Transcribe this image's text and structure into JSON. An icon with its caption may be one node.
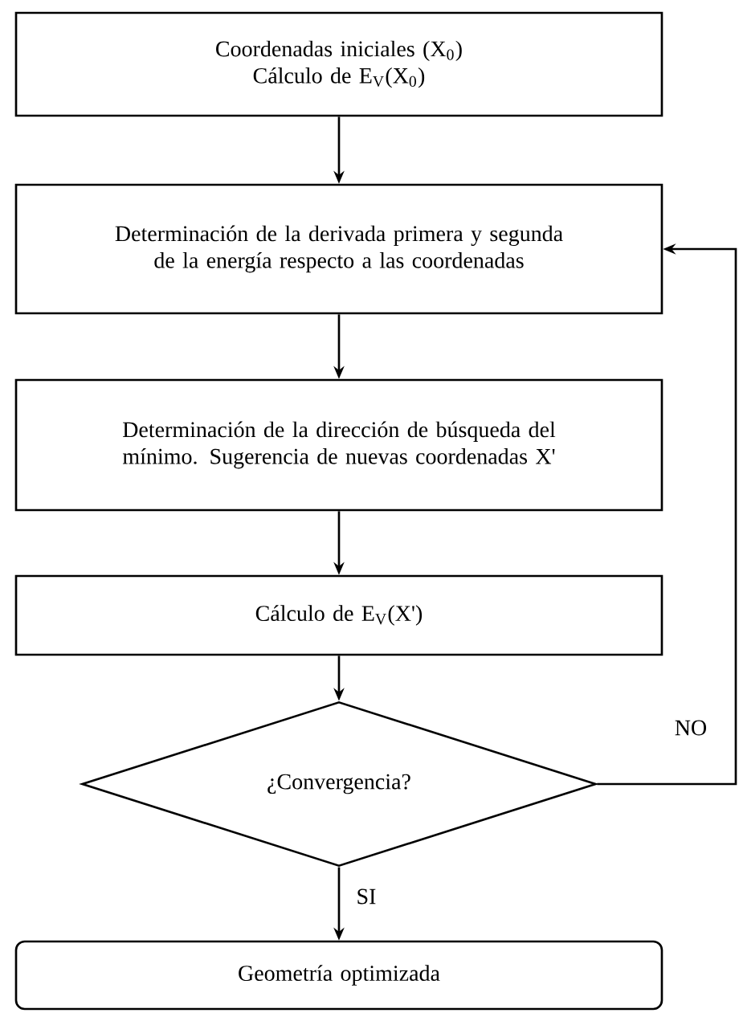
{
  "diagram": {
    "nodes": [
      {
        "text": [
          "Coordenadas iniciales (X$_{0}$)",
          "Cálculo de E$_{V}$(X$_{0}$)"
        ]
      },
      {
        "text": [
          "Determinación de la derivada primera y segunda de la energía respecto a las coordenadas"
        ]
      },
      {
        "text": [
          "Determinación de la dirección de búsqueda del mínimo. Sugerencia de nuevas coordenadas X'"
        ]
      },
      {
        "text": [
          "Cálculo de E$_{V}$(X')"
        ]
      },
      {
        "text": [
          "¿Convergencia?"
        ]
      },
      {
        "text": [
          "Geometría optimizada"
        ]
      }
    ],
    "edges": [
      {
        "from": 0,
        "to": 1,
        "arrow": "to"
      },
      {
        "from": 1,
        "to": 2,
        "arrow": "to"
      },
      {
        "from": 2,
        "to": 3,
        "arrow": "to"
      },
      {
        "from": 3,
        "to": 4,
        "arrow": "to"
      },
      {
        "from": 4,
        "to": 5,
        "arrow": "to",
        "label": "SI"
      },
      {
        "from": 4,
        "to": 1,
        "arrow": "to",
        "label": "NO"
      }
    ]
  }
}
